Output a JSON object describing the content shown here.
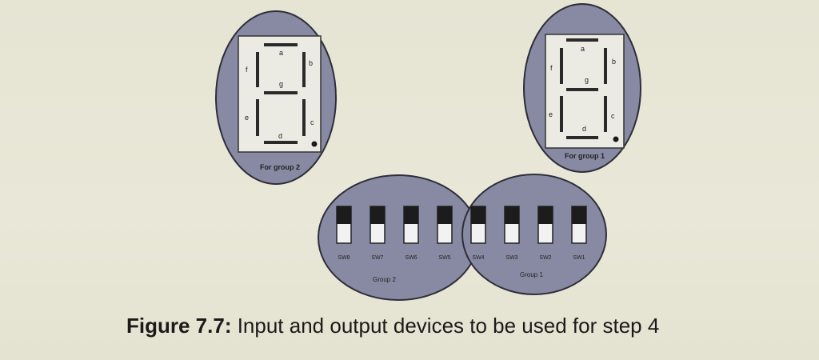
{
  "displays": [
    {
      "caption": "For group 2",
      "segments": {
        "a": "a",
        "b": "b",
        "c": "c",
        "d": "d",
        "e": "e",
        "f": "f",
        "g": "g"
      }
    },
    {
      "caption": "For group 1",
      "segments": {
        "a": "a",
        "b": "b",
        "c": "c",
        "d": "d",
        "e": "e",
        "f": "f",
        "g": "g"
      }
    }
  ],
  "switch_groups": [
    {
      "label": "Group 2",
      "switches": [
        "SW8",
        "SW7",
        "SW6",
        "SW5"
      ]
    },
    {
      "label": "Group 1",
      "switches": [
        "SW4",
        "SW3",
        "SW2",
        "SW1"
      ]
    }
  ],
  "figure_caption": {
    "number": "Figure 7.7:",
    "text": " Input and output devices to be used for step 4"
  },
  "colors": {
    "oval_fill": "#888aa3",
    "oval_stroke": "#2e2e3a",
    "panel_fill": "#ecebe3",
    "segment": "#2a2a2a",
    "switch_dark": "#1c1c1c",
    "switch_light": "#f2f2f2"
  }
}
